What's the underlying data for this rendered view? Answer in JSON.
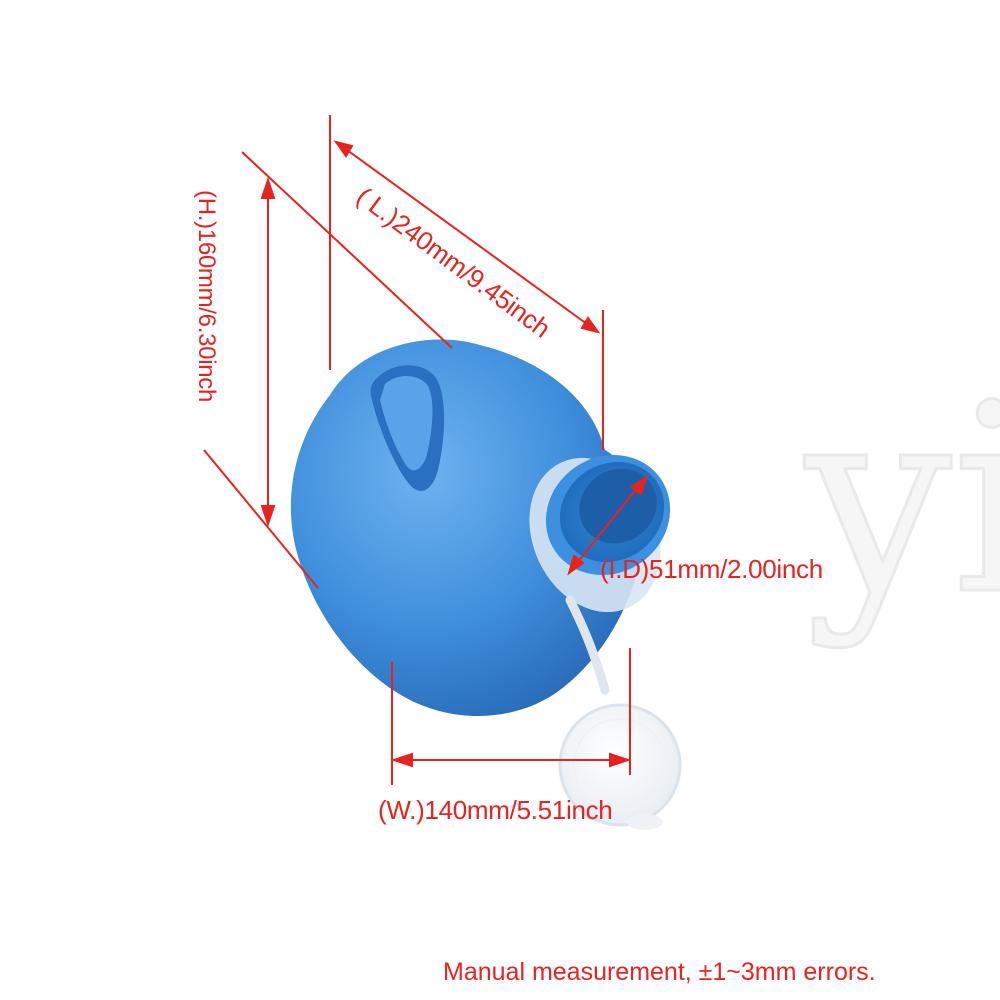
{
  "image": {
    "subject": "Blue plastic urinal bottle with clear snap cap",
    "watermark": "yi"
  },
  "dimensions": {
    "length": "( L.)240mm/9.45inch",
    "height": "(H.)160mm/6.30inch",
    "inner_diameter": "(I.D)51mm/2.00inch",
    "width": "(W.)140mm/5.51inch"
  },
  "note": "Manual measurement,  ±1~3mm errors.",
  "colors": {
    "annotation": "#e8231f",
    "bottle": "#3f8fdc",
    "background": "#ffffff"
  }
}
